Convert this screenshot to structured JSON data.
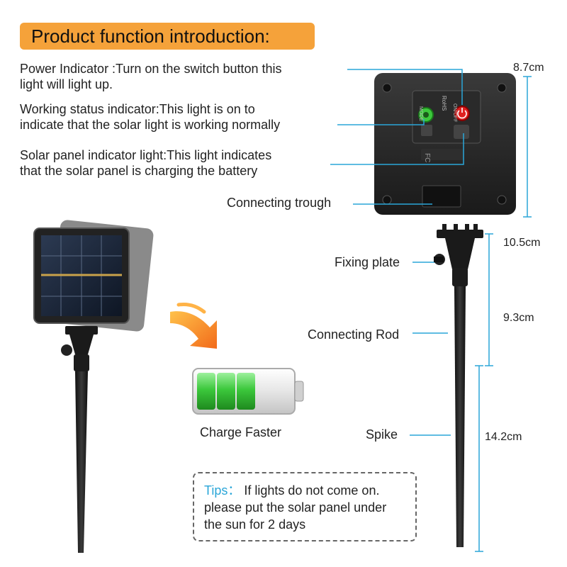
{
  "header": {
    "title": "Product function introduction:"
  },
  "features": [
    {
      "line1": "Power Indicator :Turn on the switch button this",
      "line2": " light will light up."
    },
    {
      "line1": "Working status indicator:This light is on to",
      "line2": "indicate that the solar light is working normally"
    },
    {
      "line1": "Solar panel indicator light:This light indicates",
      "line2": " that the  solar panel is charging the battery"
    }
  ],
  "labels": {
    "connecting_trough": "Connecting trough",
    "fixing_plate": "Fixing plate",
    "connecting_rod": "Connecting Rod",
    "spike": "Spike",
    "charge_faster": "Charge Faster"
  },
  "dimensions": {
    "panel_height": "8.7cm",
    "plate_height": "10.5cm",
    "rod_height": "9.3cm",
    "spike_height": "14.2cm"
  },
  "tips": {
    "label": "Tips：",
    "line1": " If lights do not come on.",
    "line2": "please put the solar panel under",
    "line3": "the sun for 2 days"
  },
  "panel_markings": {
    "rohs": "RoHS",
    "onoff": "ON/OFF",
    "mode": "MODE",
    "fc": "FC"
  },
  "colors": {
    "banner": "#f5a23a",
    "leader_line": "#2aa6d8",
    "battery_fill": "#3cc83c",
    "power_button": "#e02020",
    "tips_label": "#2aa6d8"
  }
}
